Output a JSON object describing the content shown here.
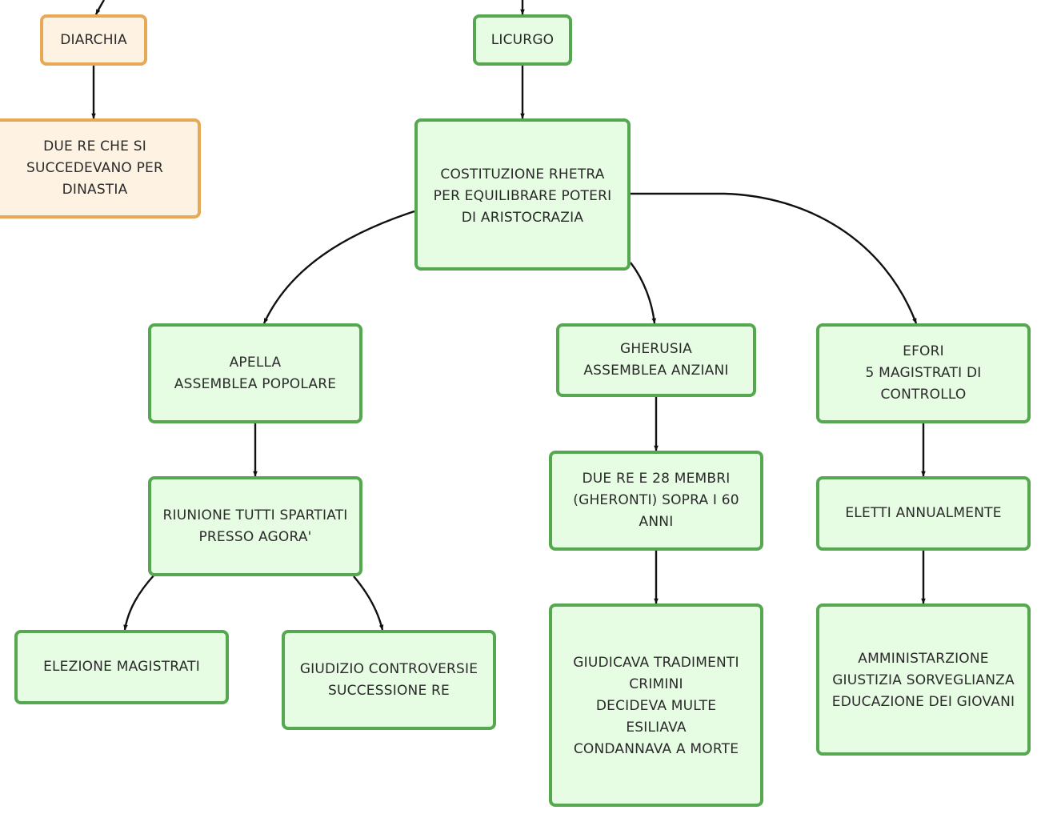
{
  "nodes": {
    "diarchia": "DIARCHIA",
    "due_re": "DUE RE CHE SI\nSUCCEDEVANO PER\nDINASTIA",
    "licurgo": "LICURGO",
    "costituzione": "COSTITUZIONE RHETRA\nPER EQUILIBRARE POTERI\nDI ARISTOCRAZIA",
    "apella": "APELLA\nASSEMBLEA POPOLARE",
    "gherusia": "GHERUSIA\nASSEMBLEA ANZIANI",
    "efori": "EFORI\n5 MAGISTRATI DI\nCONTROLLO",
    "riunione": "RIUNIONE TUTTI SPARTIATI\nPRESSO AGORA'",
    "due_re_membri": "DUE RE E 28 MEMBRI\n(GHERONTI) SOPRA I 60\nANNI",
    "eletti": "ELETTI ANNUALMENTE",
    "elezione": "ELEZIONE MAGISTRATI",
    "giudizio": "GIUDIZIO CONTROVERSIE\nSUCCESSIONE RE",
    "giudicava": "GIUDICAVA TRADIMENTI\nCRIMINI\nDECIDEVA MULTE\nESILIAVA\nCONDANNAVA A MORTE",
    "amministrazione": "AMMINISTARZIONE\nGIUSTIZIA  SORVEGLIANZA\nEDUCAZIONE DEI GIOVANI"
  },
  "colors": {
    "green_border": "#55a84f",
    "green_fill": "#e6fce3",
    "orange_border": "#e8a956",
    "orange_fill": "#fef2e2",
    "edge": "#111111"
  }
}
